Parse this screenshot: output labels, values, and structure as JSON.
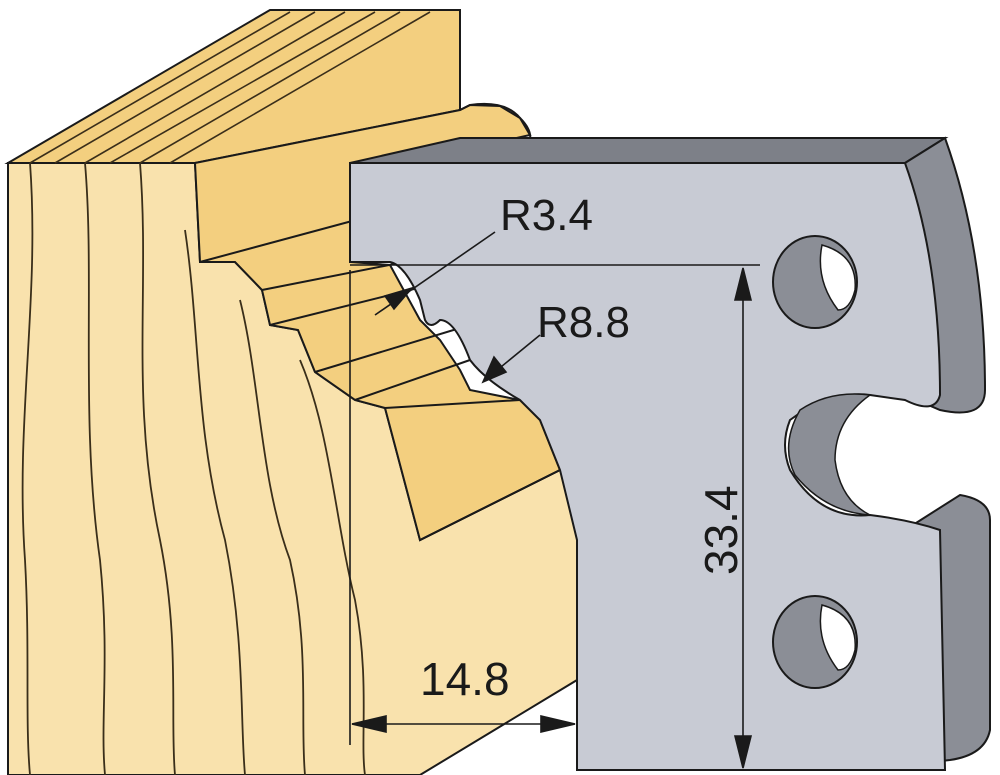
{
  "labels": {
    "radius_small": "R3.4",
    "radius_large": "R8.8",
    "height": "33.4",
    "depth": "14.8"
  },
  "colors": {
    "wood_face": "#f9e2ad",
    "wood_top": "#f3cf7f",
    "wood_lines": "#3a2e1a",
    "steel_face": "#c8cbd4",
    "steel_side": "#8b8e96",
    "steel_top": "#7d8088",
    "outline": "#1a1a1a"
  }
}
